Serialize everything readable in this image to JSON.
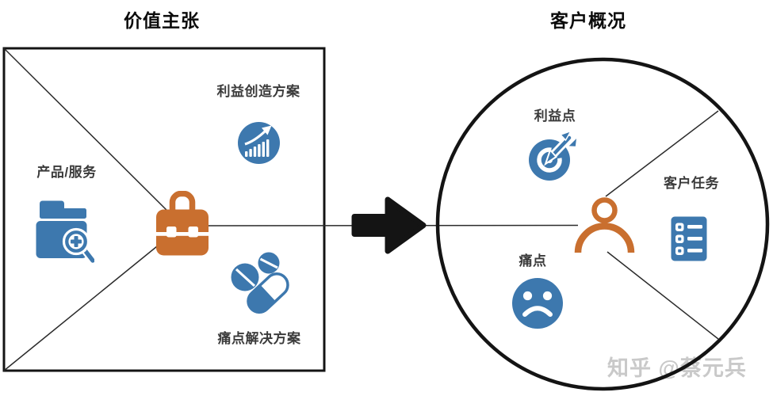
{
  "left_panel": {
    "title": "价值主张",
    "sections": [
      {
        "label": "利益创造方案",
        "icon": "growth-chart-icon"
      },
      {
        "label": "产品/服务",
        "icon": "folder-search-icon"
      },
      {
        "label": "痛点解决方案",
        "icon": "pills-icon"
      }
    ],
    "center_icon": "briefcase-icon"
  },
  "right_panel": {
    "title": "客户概况",
    "sections": [
      {
        "label": "利益点",
        "icon": "target-dart-icon"
      },
      {
        "label": "客户任务",
        "icon": "checklist-icon"
      },
      {
        "label": "痛点",
        "icon": "sad-face-icon"
      }
    ],
    "center_icon": "person-icon"
  },
  "connector": {
    "type": "arrow-right"
  },
  "watermark": "知乎 @蔡元兵",
  "colors": {
    "icon_blue": "#3D78AE",
    "icon_orange": "#C96F2F",
    "ink": "#141414",
    "thin_line": "#2b2b2b",
    "watermark_gray": "#c9c9c9"
  }
}
